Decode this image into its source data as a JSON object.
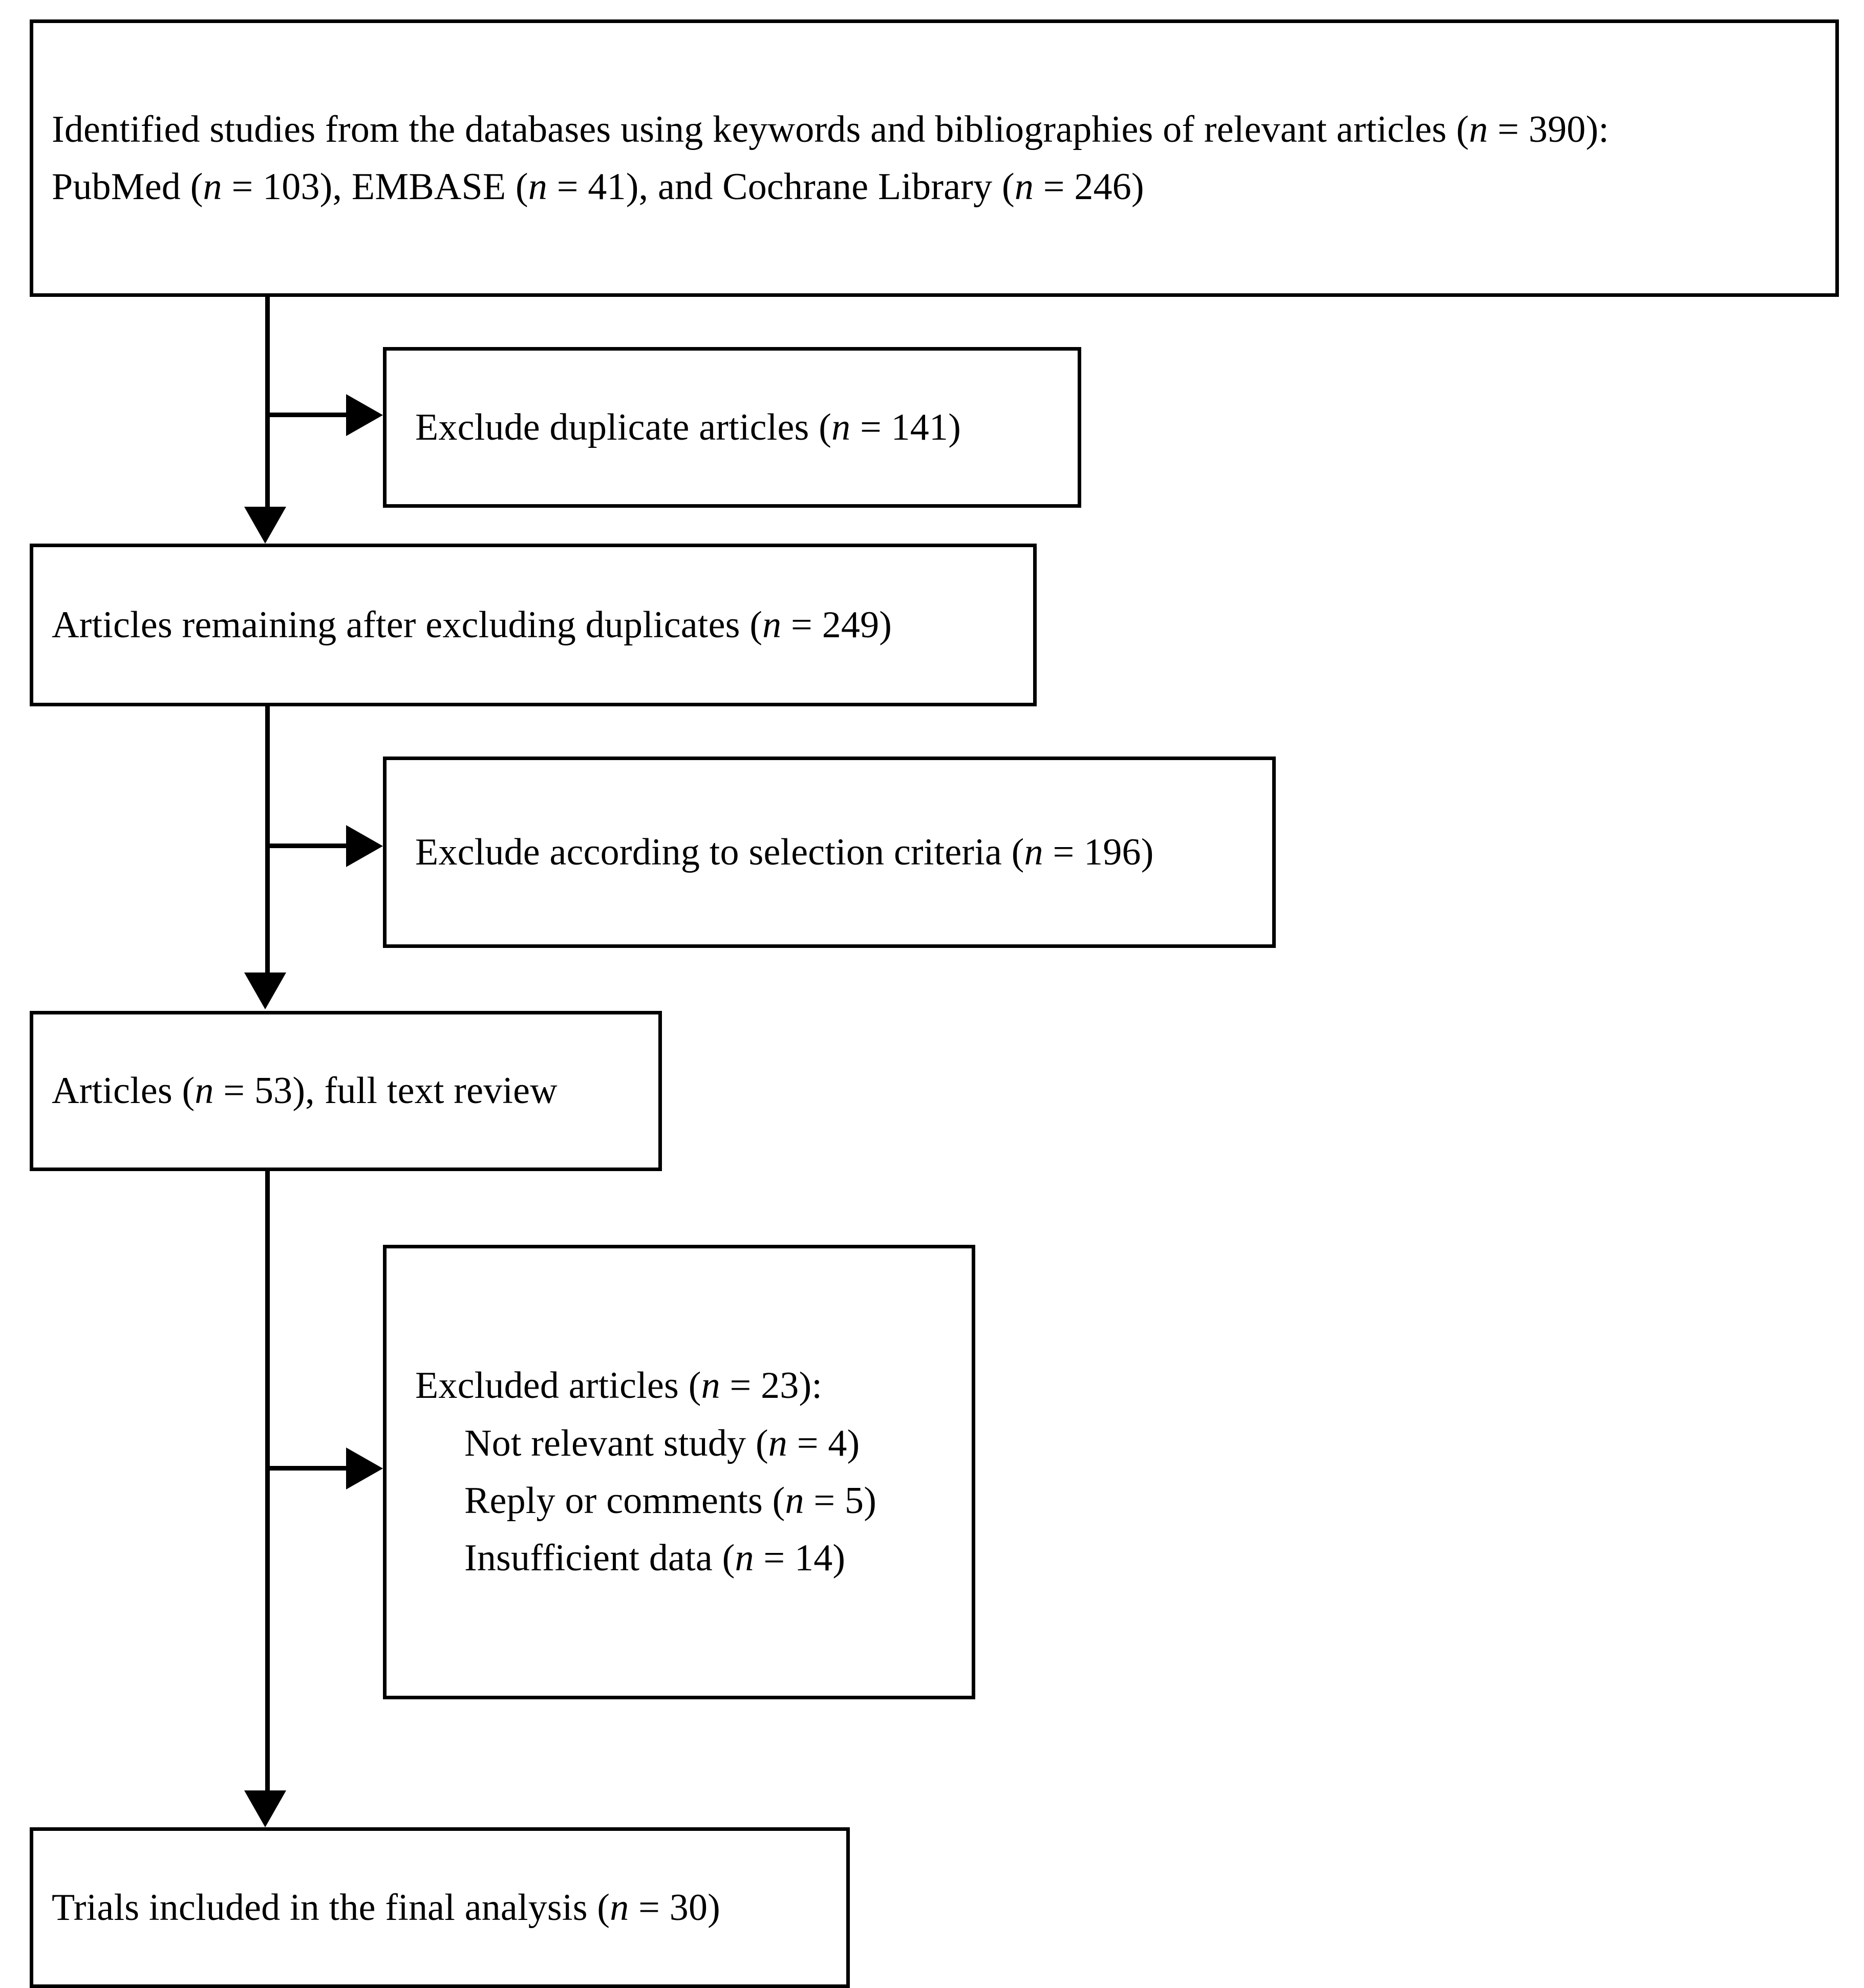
{
  "diagram": {
    "title": "PRISMA study selection flow diagram",
    "type": "flowchart",
    "ink_color": "#000000",
    "background_color": "#ffffff",
    "boxes": [
      {
        "id": "identified-studies",
        "lines": [
          {
            "segments": [
              {
                "text": "Identified studies from the databases using keywords and bibliographies of relevant articles (",
                "style": "normal"
              },
              {
                "text": "n",
                "style": "italic"
              },
              {
                "text": " = 390):",
                "style": "normal"
              }
            ]
          },
          {
            "segments": [
              {
                "text": "PubMed (",
                "style": "normal"
              },
              {
                "text": "n",
                "style": "italic"
              },
              {
                "text": " = 103), EMBASE (",
                "style": "normal"
              },
              {
                "text": "n",
                "style": "italic"
              },
              {
                "text": " = 41), and Cochrane Library (",
                "style": "normal"
              },
              {
                "text": "n",
                "style": "italic"
              },
              {
                "text": " = 246)",
                "style": "normal"
              }
            ]
          }
        ]
      },
      {
        "id": "exclude-duplicates",
        "lines": [
          {
            "segments": [
              {
                "text": "Exclude duplicate articles (",
                "style": "normal"
              },
              {
                "text": "n",
                "style": "italic"
              },
              {
                "text": " = 141)",
                "style": "normal"
              }
            ]
          }
        ]
      },
      {
        "id": "articles-remaining",
        "lines": [
          {
            "segments": [
              {
                "text": "Articles remaining after excluding duplicates (",
                "style": "normal"
              },
              {
                "text": "n",
                "style": "italic"
              },
              {
                "text": " = 249)",
                "style": "normal"
              }
            ]
          }
        ]
      },
      {
        "id": "exclude-selection-criteria",
        "lines": [
          {
            "segments": [
              {
                "text": "Exclude according to selection criteria (",
                "style": "normal"
              },
              {
                "text": "n",
                "style": "italic"
              },
              {
                "text": " = 196)",
                "style": "normal"
              }
            ]
          }
        ]
      },
      {
        "id": "full-text-review",
        "lines": [
          {
            "segments": [
              {
                "text": "Articles (",
                "style": "normal"
              },
              {
                "text": "n",
                "style": "italic"
              },
              {
                "text": " = 53), full text review",
                "style": "normal"
              }
            ]
          }
        ]
      },
      {
        "id": "excluded-articles",
        "lines": [
          {
            "segments": [
              {
                "text": "Excluded articles (",
                "style": "normal"
              },
              {
                "text": "n",
                "style": "italic"
              },
              {
                "text": " = 23):",
                "style": "normal"
              }
            ]
          },
          {
            "indent": true,
            "segments": [
              {
                "text": "Not relevant study (",
                "style": "normal"
              },
              {
                "text": "n",
                "style": "italic"
              },
              {
                "text": " = 4)",
                "style": "normal"
              }
            ]
          },
          {
            "indent": true,
            "segments": [
              {
                "text": "Reply or comments (",
                "style": "normal"
              },
              {
                "text": "n",
                "style": "italic"
              },
              {
                "text": " = 5)",
                "style": "normal"
              }
            ]
          },
          {
            "indent": true,
            "segments": [
              {
                "text": "Insufficient data (",
                "style": "normal"
              },
              {
                "text": "n",
                "style": "italic"
              },
              {
                "text": " = 14)",
                "style": "normal"
              }
            ]
          }
        ]
      },
      {
        "id": "trials-included",
        "lines": [
          {
            "segments": [
              {
                "text": "Trials included in the final analysis (",
                "style": "normal"
              },
              {
                "text": "n",
                "style": "italic"
              },
              {
                "text": " = 30)",
                "style": "normal"
              }
            ]
          }
        ]
      }
    ],
    "counts": {
      "identified_total": 390,
      "pubmed": 103,
      "embase": 41,
      "cochrane_library": 246,
      "duplicates_excluded": 141,
      "remaining_after_duplicates": 249,
      "excluded_by_selection_criteria": 196,
      "full_text_reviewed": 53,
      "excluded_after_full_text": 23,
      "not_relevant_study": 4,
      "reply_or_comments": 5,
      "insufficient_data": 14,
      "included_in_final_analysis": 30
    }
  }
}
